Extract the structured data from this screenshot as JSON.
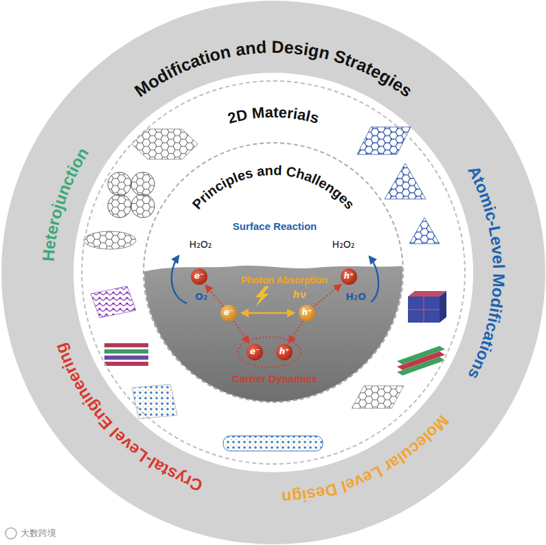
{
  "diagram": {
    "nodes": [
      {
        "text": [
          "Modification and Design Strategies"
        ]
      },
      {
        "text": [
          "2D Materials"
        ],
        "in": 0
      },
      {
        "text": [
          "Principles and Challenges"
        ],
        "in": 1
      }
    ],
    "labels": [
      "Heterojunction",
      "Atomic-Level Modifications",
      "Molecular Level Design",
      "Crystal-Level Engineering",
      "Surface Reaction",
      "H₂O₂",
      "H₂O₂",
      "e⁻",
      "Photon Absorption",
      "h⁺",
      "hν",
      "O₂",
      "H₂O",
      "e⁻",
      "h⁺",
      "e⁻",
      "h⁺",
      "Carrier Dynamics",
      "大数跨境"
    ]
  }
}
